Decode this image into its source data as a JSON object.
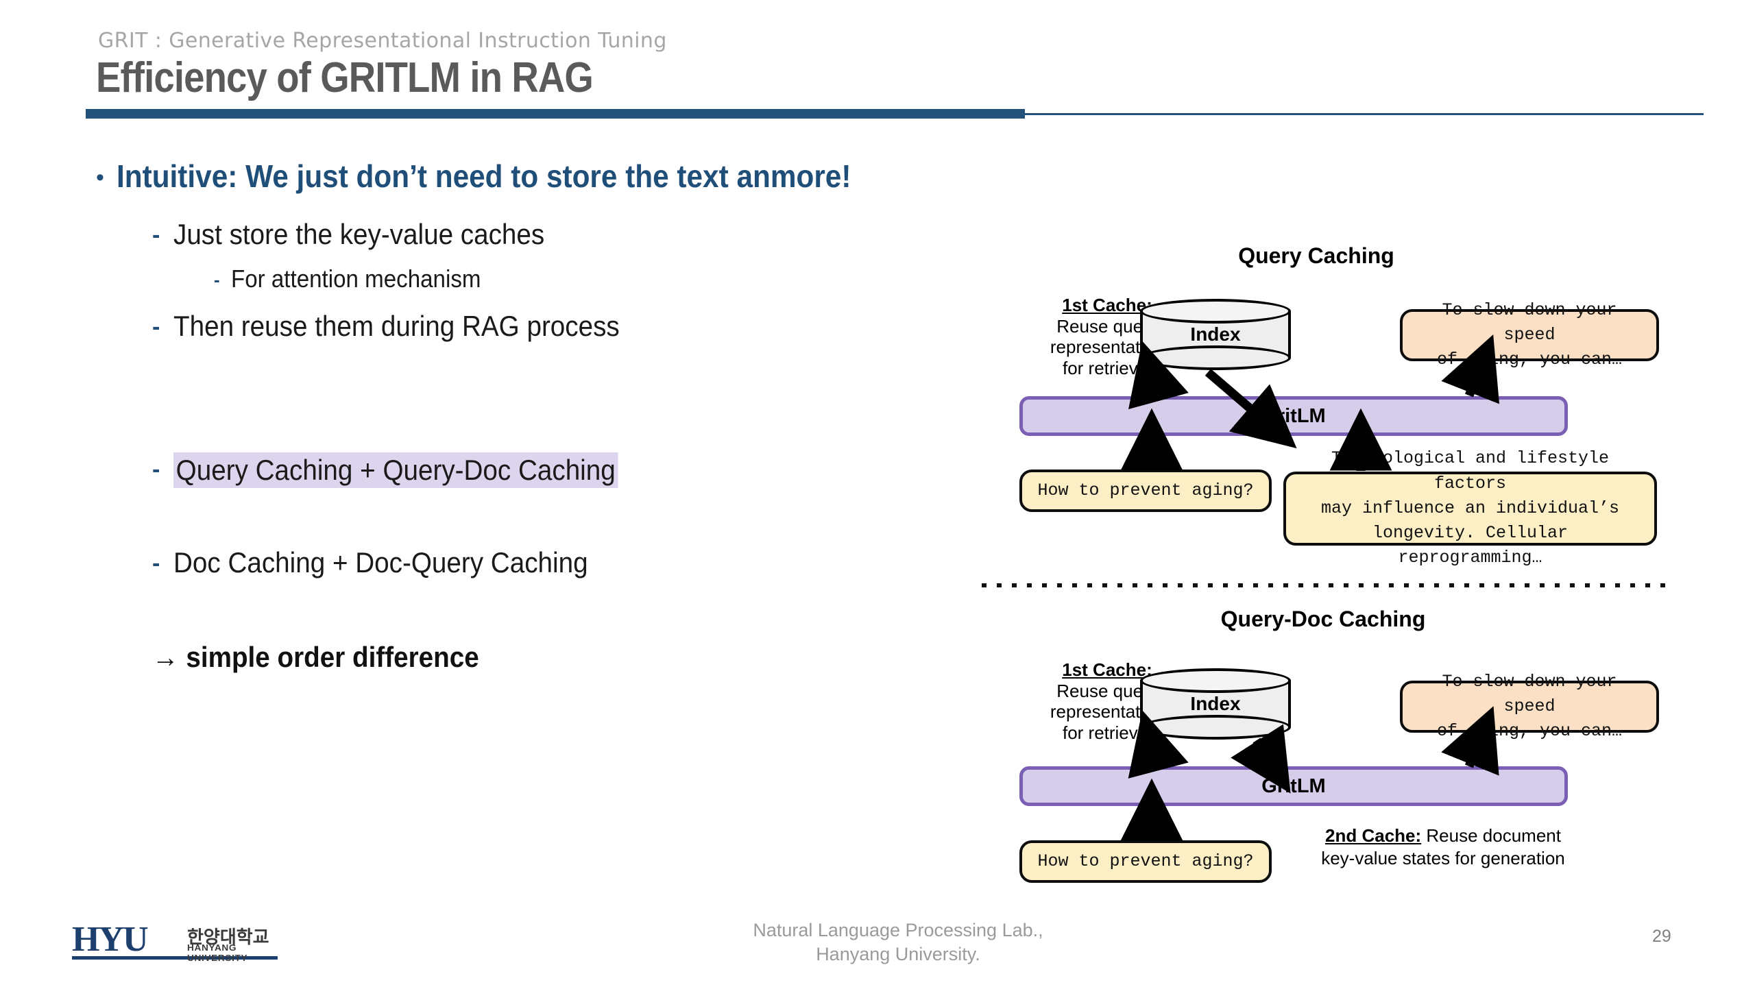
{
  "header": {
    "kicker": "GRIT : Generative Representational Instruction Tuning",
    "title": "Efficiency of GRITLM in RAG"
  },
  "content": {
    "bullet_main": "Intuitive: We just don’t need to store the text anmore!",
    "sub1": "Just store the key-value caches",
    "sub1a": "For attention mechanism",
    "sub2": "Then reuse them during RAG process",
    "sub3_highlighted": "Query Caching + Query-Doc Caching",
    "sub4": "Doc Caching + Doc-Query Caching",
    "conclusion": "→ simple order difference",
    "bullet_glyph": "•",
    "dash_glyph": "-",
    "highlight_color": "#ddd5ed",
    "accent_color": "#1f4e79"
  },
  "diagram_top": {
    "title": "Query Caching",
    "cache_note_head": "1st Cache:",
    "cache_note_body": "Reuse query\nrepresentation\nfor retrieval",
    "cache_note_line1": "Reuse query",
    "cache_note_line2": "representation",
    "cache_note_line3": "for retrieval",
    "index_label": "Index",
    "model_label": "GritLM",
    "answer_box": "To slow down your speed\nof aging, you can…",
    "answer_line1": "To slow down your speed",
    "answer_line2": "of aging, you can…",
    "query_box": "How to prevent aging?",
    "doc_line1": "Technological and lifestyle factors",
    "doc_line2": "may influence an individual’s",
    "doc_line3": "longevity. Cellular reprogramming…"
  },
  "diagram_bottom": {
    "title": "Query-Doc Caching",
    "cache_note_head": "1st Cache:",
    "cache_note_line1": "Reuse query",
    "cache_note_line2": "representation",
    "cache_note_line3": "for retrieval",
    "index_label": "Index",
    "model_label": "GritLM",
    "answer_line1": "To slow down your speed",
    "answer_line2": "of aging, you can…",
    "query_box": "How to prevent aging?",
    "second_cache_head": "2nd Cache:",
    "second_cache_line1": " Reuse document",
    "second_cache_line2": "key-value states for generation"
  },
  "footer": {
    "logo_hyu": "HYU",
    "logo_kr": "한양대학교",
    "logo_en": "HANYANG UNIVERSITY",
    "note_line1": "Natural Language Processing Lab.,",
    "note_line2": "Hanyang University.",
    "page_number": "29"
  },
  "colors": {
    "title_gray": "#5a5a5a",
    "rule_blue": "#22517a",
    "purple_fill": "#d6cdea",
    "purple_border": "#7b5fb5",
    "peach": "#fbe0c5",
    "cream": "#fcefc6"
  }
}
